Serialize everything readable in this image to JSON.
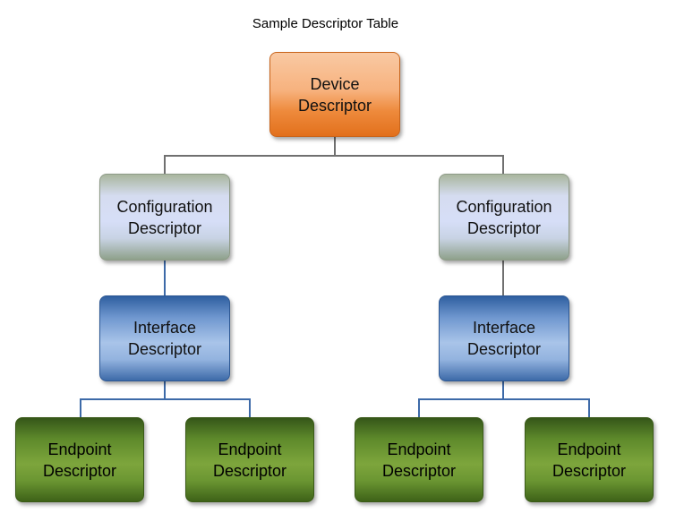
{
  "title": "Sample Descriptor Table",
  "device": {
    "line1": "Device",
    "line2": "Descriptor"
  },
  "configurations": [
    {
      "line1": "Configuration",
      "line2": "Descriptor"
    },
    {
      "line1": "Configuration",
      "line2": "Descriptor"
    }
  ],
  "interfaces": [
    {
      "line1": "Interface",
      "line2": "Descriptor"
    },
    {
      "line1": "Interface",
      "line2": "Descriptor"
    }
  ],
  "endpoints": [
    {
      "line1": "Endpoint",
      "line2": "Descriptor"
    },
    {
      "line1": "Endpoint",
      "line2": "Descriptor"
    },
    {
      "line1": "Endpoint",
      "line2": "Descriptor"
    },
    {
      "line1": "Endpoint",
      "line2": "Descriptor"
    }
  ],
  "colors": {
    "device": "#ee8a3c",
    "configuration": "#d6def7",
    "interface": "#6f97cf",
    "endpoint": "#5e8a2b",
    "connector_gray": "#707070",
    "connector_blue": "#3d6aa8"
  }
}
